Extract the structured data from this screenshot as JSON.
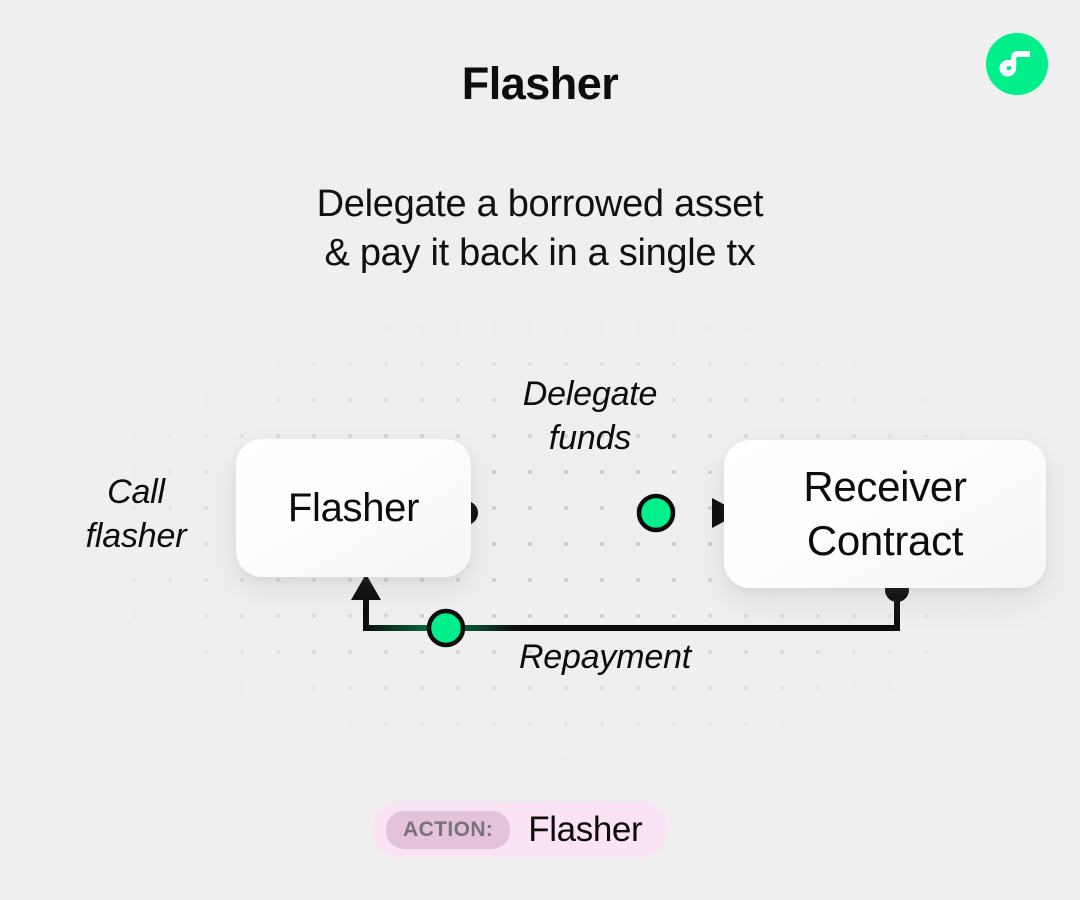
{
  "page": {
    "title": "Flasher",
    "subtitle": "Delegate a borrowed asset\n& pay it back in a single tx",
    "background_color": "#efefef"
  },
  "brand": {
    "logo_name": "flow-logo",
    "logo_color": "#00ef8b",
    "mark_color": "#ffffff"
  },
  "diagram": {
    "nodes": [
      {
        "id": "flasher",
        "label": "Flasher"
      },
      {
        "id": "receiver",
        "label": "Receiver\nContract"
      }
    ],
    "labels": {
      "call_flasher": "Call\nflasher",
      "delegate_funds": "Delegate\nfunds",
      "repayment": "Repayment"
    },
    "edges": [
      {
        "id": "delegate",
        "from": "flasher",
        "to": "receiver",
        "label": "Delegate funds",
        "direction": "right",
        "token_color": "#00ef8b"
      },
      {
        "id": "repayment",
        "from": "receiver",
        "to": "flasher",
        "label": "Repayment",
        "direction": "left-up",
        "token_color": "#00ef8b"
      }
    ],
    "stroke_color": "#0d0d0d",
    "token_color": "#00ef8b",
    "grid_dot_color": "#c9c9c9"
  },
  "action_badge": {
    "chip_label": "ACTION:",
    "value": "Flasher",
    "background_color": "#fae3f4",
    "chip_color": "#e3c2da"
  }
}
